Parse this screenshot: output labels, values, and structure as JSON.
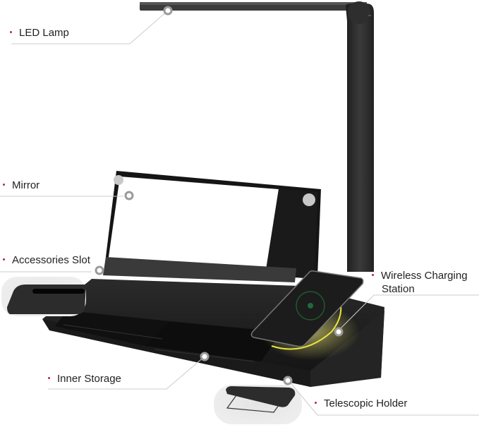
{
  "diagram": {
    "type": "product-feature-callouts",
    "product": "desk organizer with LED lamp",
    "accent_dot_color": "#b8264a",
    "leader_line_color": "#cccccc",
    "callouts": [
      {
        "id": "led-lamp",
        "label": "LED Lamp"
      },
      {
        "id": "mirror",
        "label": "Mirror"
      },
      {
        "id": "accessories-slot",
        "label": "Accessories Slot"
      },
      {
        "id": "wireless-charging",
        "label_line1": "Wireless Charging",
        "label_line2": "Station"
      },
      {
        "id": "inner-storage",
        "label": "Inner Storage"
      },
      {
        "id": "telescopic-holder",
        "label": "Telescopic Holder"
      }
    ]
  }
}
